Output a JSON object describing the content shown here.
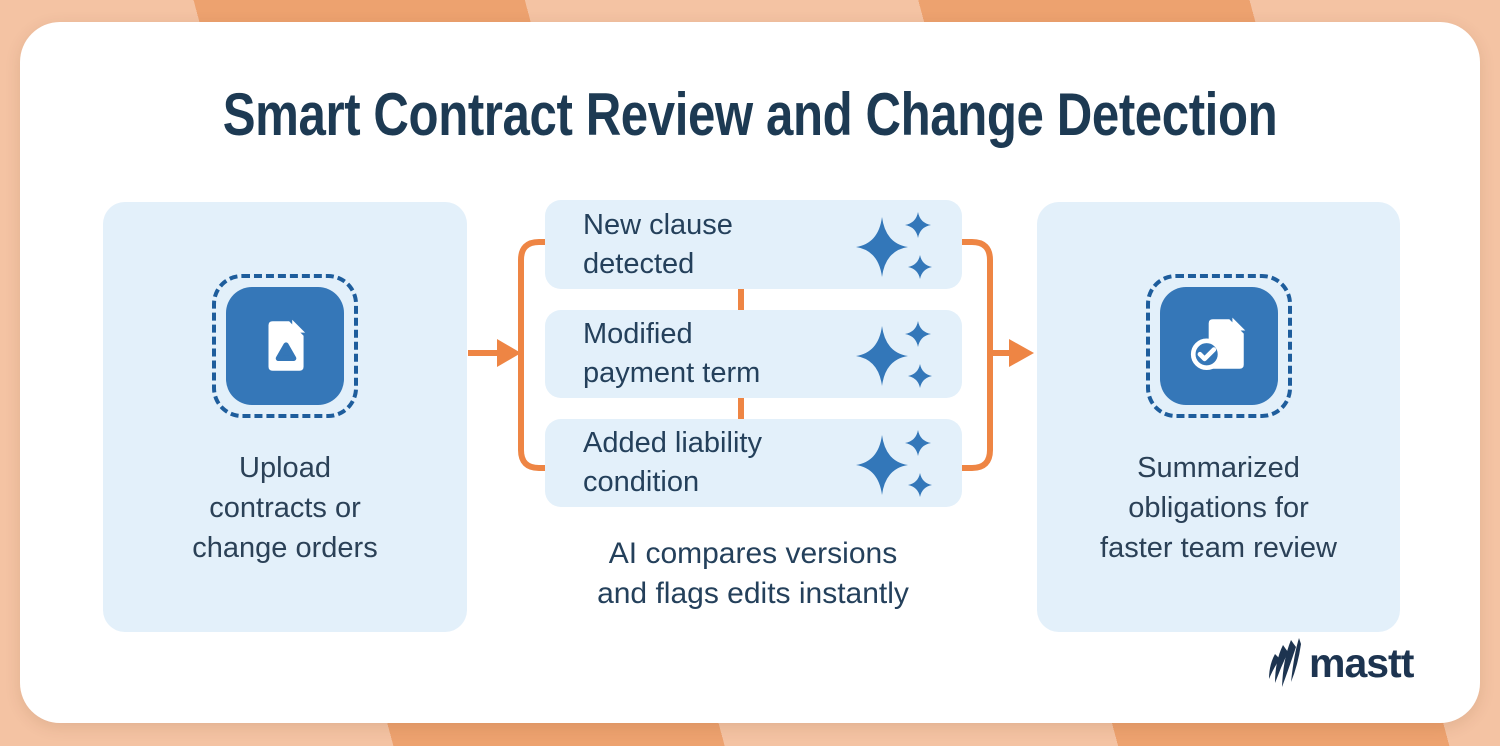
{
  "title": "Smart Contract Review and Change Detection",
  "left_panel": {
    "icon": "upload-document-icon",
    "lines": [
      "Upload",
      "contracts or",
      "change orders"
    ]
  },
  "middle": {
    "items": [
      {
        "icon": "ai-sparkles-icon",
        "lines": [
          "New clause",
          "detected"
        ]
      },
      {
        "icon": "ai-sparkles-icon",
        "lines": [
          "Modified",
          "payment term"
        ]
      },
      {
        "icon": "ai-sparkles-icon",
        "lines": [
          "Added liability",
          "condition"
        ]
      }
    ],
    "caption_lines": [
      "AI compares versions",
      "and flags edits instantly"
    ]
  },
  "right_panel": {
    "icon": "document-check-icon",
    "lines": [
      "Summarized",
      "obligations for",
      "faster team review"
    ]
  },
  "logo": {
    "icon": "mastt-flame-icon",
    "text": "mastt"
  },
  "colors": {
    "accent_orange": "#ee8544",
    "icon_blue": "#3577b8",
    "panel_blue": "#e3f0fa",
    "navy_text": "#24405b",
    "title_navy": "#1d3a53",
    "dashed_border_blue": "#1e5d9c",
    "bg_stripe_light": "#f4c3a3",
    "bg_stripe_dark": "#eda26f"
  }
}
